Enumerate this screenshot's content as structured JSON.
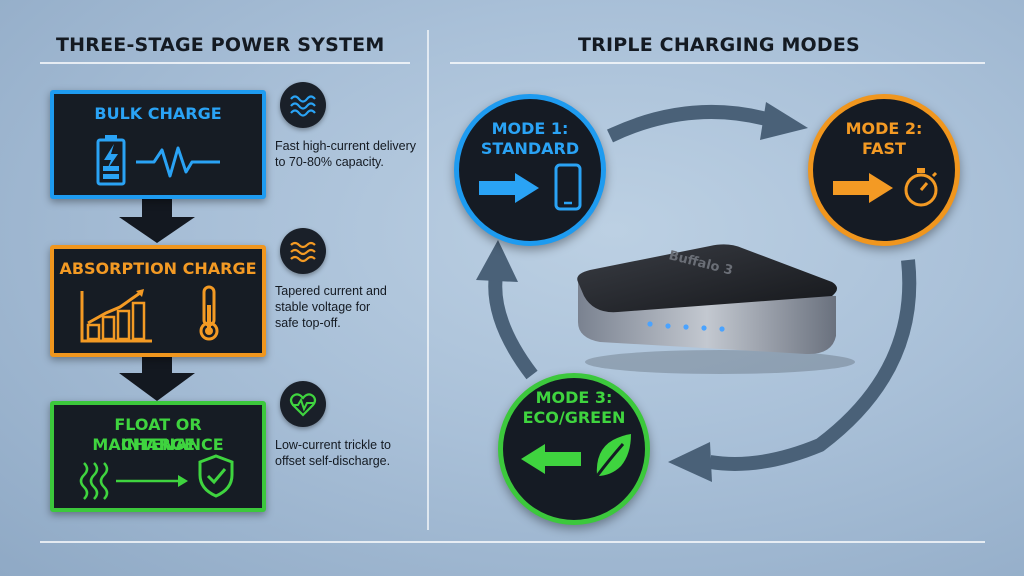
{
  "left": {
    "heading": "THREE-STAGE POWER SYSTEM",
    "stages": [
      {
        "title": "BULK CHARGE",
        "color": "#1e9bf0",
        "description": [
          "Fast high-current delivery",
          "to 70-80% capacity."
        ],
        "icons": [
          "battery-charging-icon",
          "waveform-icon"
        ],
        "bubble_icon": "wave-lines-icon"
      },
      {
        "title": "ABSORPTION CHARGE",
        "color": "#f0961e",
        "description": [
          "Tapered current and",
          "stable voltage for",
          "safe top-off."
        ],
        "icons": [
          "rising-bar-chart-icon",
          "thermometer-icon"
        ],
        "bubble_icon": "wavy-lines-icon"
      },
      {
        "title": [
          "FLOAT OR MAINTENANCE",
          "CHARGE"
        ],
        "color": "#3cc83c",
        "description": [
          "Low-current trickle to",
          "offset self-discharge."
        ],
        "icons": [
          "trickle-icon",
          "shield-check-icon"
        ],
        "bubble_icon": "heart-pulse-icon"
      }
    ]
  },
  "right": {
    "heading": "TRIPLE CHARGING MODES",
    "device_label": "Buffalo 3",
    "modes": [
      {
        "title": [
          "MODE 1:",
          "STANDARD"
        ],
        "color": "#1e9bf0",
        "icons": [
          "arrow-right-icon",
          "phone-icon"
        ]
      },
      {
        "title": [
          "MODE 2:",
          "FAST"
        ],
        "color": "#f0961e",
        "icons": [
          "arrow-right-icon",
          "stopwatch-icon"
        ]
      },
      {
        "title": [
          "MODE 3:",
          "ECO/GREEN"
        ],
        "color": "#3cc83c",
        "icons": [
          "arrow-left-icon",
          "leaf-icon"
        ]
      }
    ],
    "cycle_arrow_color": "#4a6178"
  }
}
